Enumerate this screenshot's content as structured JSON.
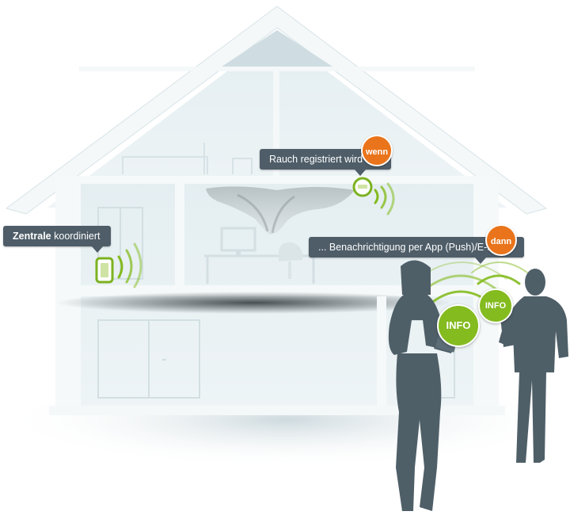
{
  "callouts": {
    "central": {
      "bold": "Zentrale",
      "text": " koordiniert"
    },
    "smoke": {
      "text": "Rauch registriert wird ..."
    },
    "notification": {
      "text": "... Benachrichtigung per App (Push)/E-Mail"
    }
  },
  "badges": {
    "when": "wenn",
    "then": "dann"
  },
  "info_bubbles": [
    "INFO",
    "INFO"
  ],
  "colors": {
    "signal_green": "#84bb1f",
    "badge_orange": "#e9741b",
    "callout_slate": "#4e5d68",
    "house_ice": "#e8f1f3",
    "silhouette": "#4f5f68"
  },
  "icons": [
    "smoke-detector-icon",
    "smart-home-hub-icon",
    "wireless-signal-icon",
    "smoke-icon"
  ]
}
